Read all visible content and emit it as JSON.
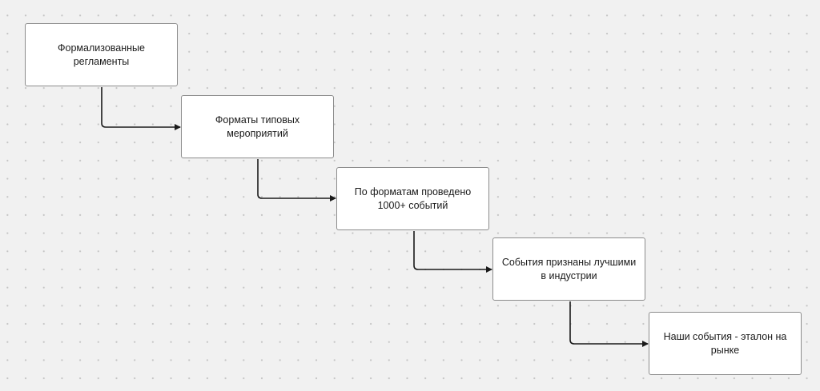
{
  "nodes": [
    {
      "label": "Формализованные регламенты"
    },
    {
      "label": "Форматы типовых мероприятий"
    },
    {
      "label": "По форматам проведено 1000+ событий"
    },
    {
      "label": "События признаны лучшими в индустрии"
    },
    {
      "label": "Наши события - эталон на рынке"
    }
  ]
}
